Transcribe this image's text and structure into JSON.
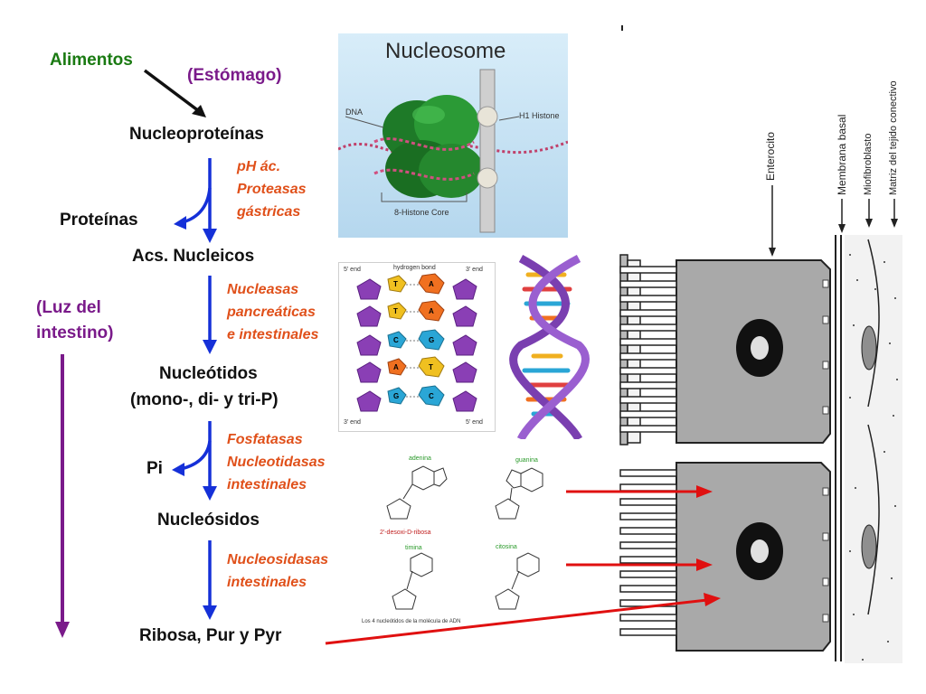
{
  "flow": {
    "alimentos": "Alimentos",
    "estomago": "(Estómago)",
    "nucleoproteinas": "Nucleoproteínas",
    "proteinas": "Proteínas",
    "acidos": "Acs. Nucleicos",
    "luz_line1": "(Luz del",
    "luz_line2": "intestino)",
    "nucleotidos_line1": "Nucleótidos",
    "nucleotidos_line2": "(mono-, di- y tri-P)",
    "pi": "Pi",
    "nucleosidos": "Nucleósidos",
    "final": "Ribosa, Pur y Pyr"
  },
  "enzymes": {
    "step1": [
      "pH ác.",
      "Proteasas",
      "gástricas"
    ],
    "step2": [
      "Nucleasas",
      "pancreáticas",
      "e intestinales"
    ],
    "step3": [
      "Fosfatasas",
      "Nucleotidasas",
      "intestinales"
    ],
    "step4": [
      "Nucleosidasas",
      "intestinales"
    ]
  },
  "nucleosome": {
    "title": "Nucleosome",
    "dna_label": "DNA",
    "histone_label": "H1 Histone",
    "core_label": "8-Histone Core"
  },
  "dna_pairs": {
    "five_end_top": "5' end",
    "hydrogen_bond": "hydrogen bond",
    "three_end_top": "3' end",
    "three_end_bottom": "3' end",
    "five_end_bottom": "5' end",
    "left_bases": [
      "T",
      "T",
      "C",
      "A",
      "G"
    ],
    "right_bases": [
      "A",
      "A",
      "G",
      "T",
      "C"
    ]
  },
  "nucleotides": {
    "adenina": "adenina",
    "guanina": "guanina",
    "timina": "timina",
    "citosina": "citosina",
    "sugar": "2'-desoxi-D-ribosa",
    "caption": "Los 4 nucleótidos de la molécula de ADN"
  },
  "epithelium": {
    "enterocito": "Enterocito",
    "membrana": "Membrana basal",
    "miofibroblasto": "Miofibroblasto",
    "matriz": "Matriz del tejido conectivo"
  },
  "colors": {
    "flow_arrow": "#1530d8",
    "lumen_arrow": "#7a1a8a",
    "absorption_arrow": "#e01010",
    "enzyme_text": "#e0501a",
    "title_green": "#1a7a12"
  }
}
